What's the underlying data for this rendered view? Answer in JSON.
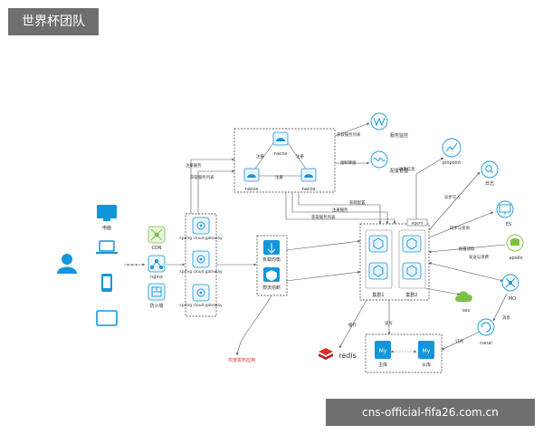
{
  "watermark": {
    "logo_text": "世界杯团队",
    "url_text": "cns-official-fifa26.com.cn"
  },
  "clients": {
    "pc": "电脑",
    "app": "",
    "tablet": ""
  },
  "edge": {
    "cdn": "CDN",
    "nginx": "nginx",
    "firewall": "防火墙"
  },
  "gateway": {
    "item1": "spring cloud gateway",
    "item2": "spring cloud gateway",
    "item3": "spring cloud gateway"
  },
  "lb": {
    "load_balance": "负载均衡",
    "flow_control": "限流熔断"
  },
  "registry": {
    "nacos_top": "nacos",
    "nacos_left": "nacos",
    "nacos_right": "nacos",
    "register_left": "注册",
    "register_right": "注册",
    "register_bottom": "注册"
  },
  "monitor": {
    "get_service_list": "获取服务列表",
    "service_monitor": "服务监控",
    "smooth_switch": "熔断降级",
    "config_mgmt": "配置管理",
    "register_service": "注册服务",
    "get_service_list_2": "获取服务列表"
  },
  "cluster": {
    "get_config": "获取配置",
    "register_service": "注册服务",
    "get_service_list": "获取服务列表",
    "agent": "agent",
    "cluster1": "集群1",
    "cluster2": "集群2"
  },
  "right": {
    "collect_info": "收集信息",
    "pinpoint": "pinpoint",
    "log": "日志",
    "async_write": "异步写入",
    "sync_query": "同步与查询",
    "es": "ES",
    "config_read": "配置读取",
    "apollo": "apollo",
    "send_msg": "发送与消费",
    "mq": "MQ",
    "oss": "oss",
    "message": "消息",
    "canal": "canal",
    "subscribe": "订阅"
  },
  "storage": {
    "cache": "缓存",
    "read_write": "读写",
    "redis": "redis",
    "master": "主库",
    "slave": "从库"
  },
  "misc": {
    "gray_release": "灰度发布应用"
  },
  "colors": {
    "primary": "#1296db",
    "line": "#555555",
    "dashed_border": "#333333",
    "red_accent": "#d9302a",
    "green_accent": "#7cc242"
  }
}
